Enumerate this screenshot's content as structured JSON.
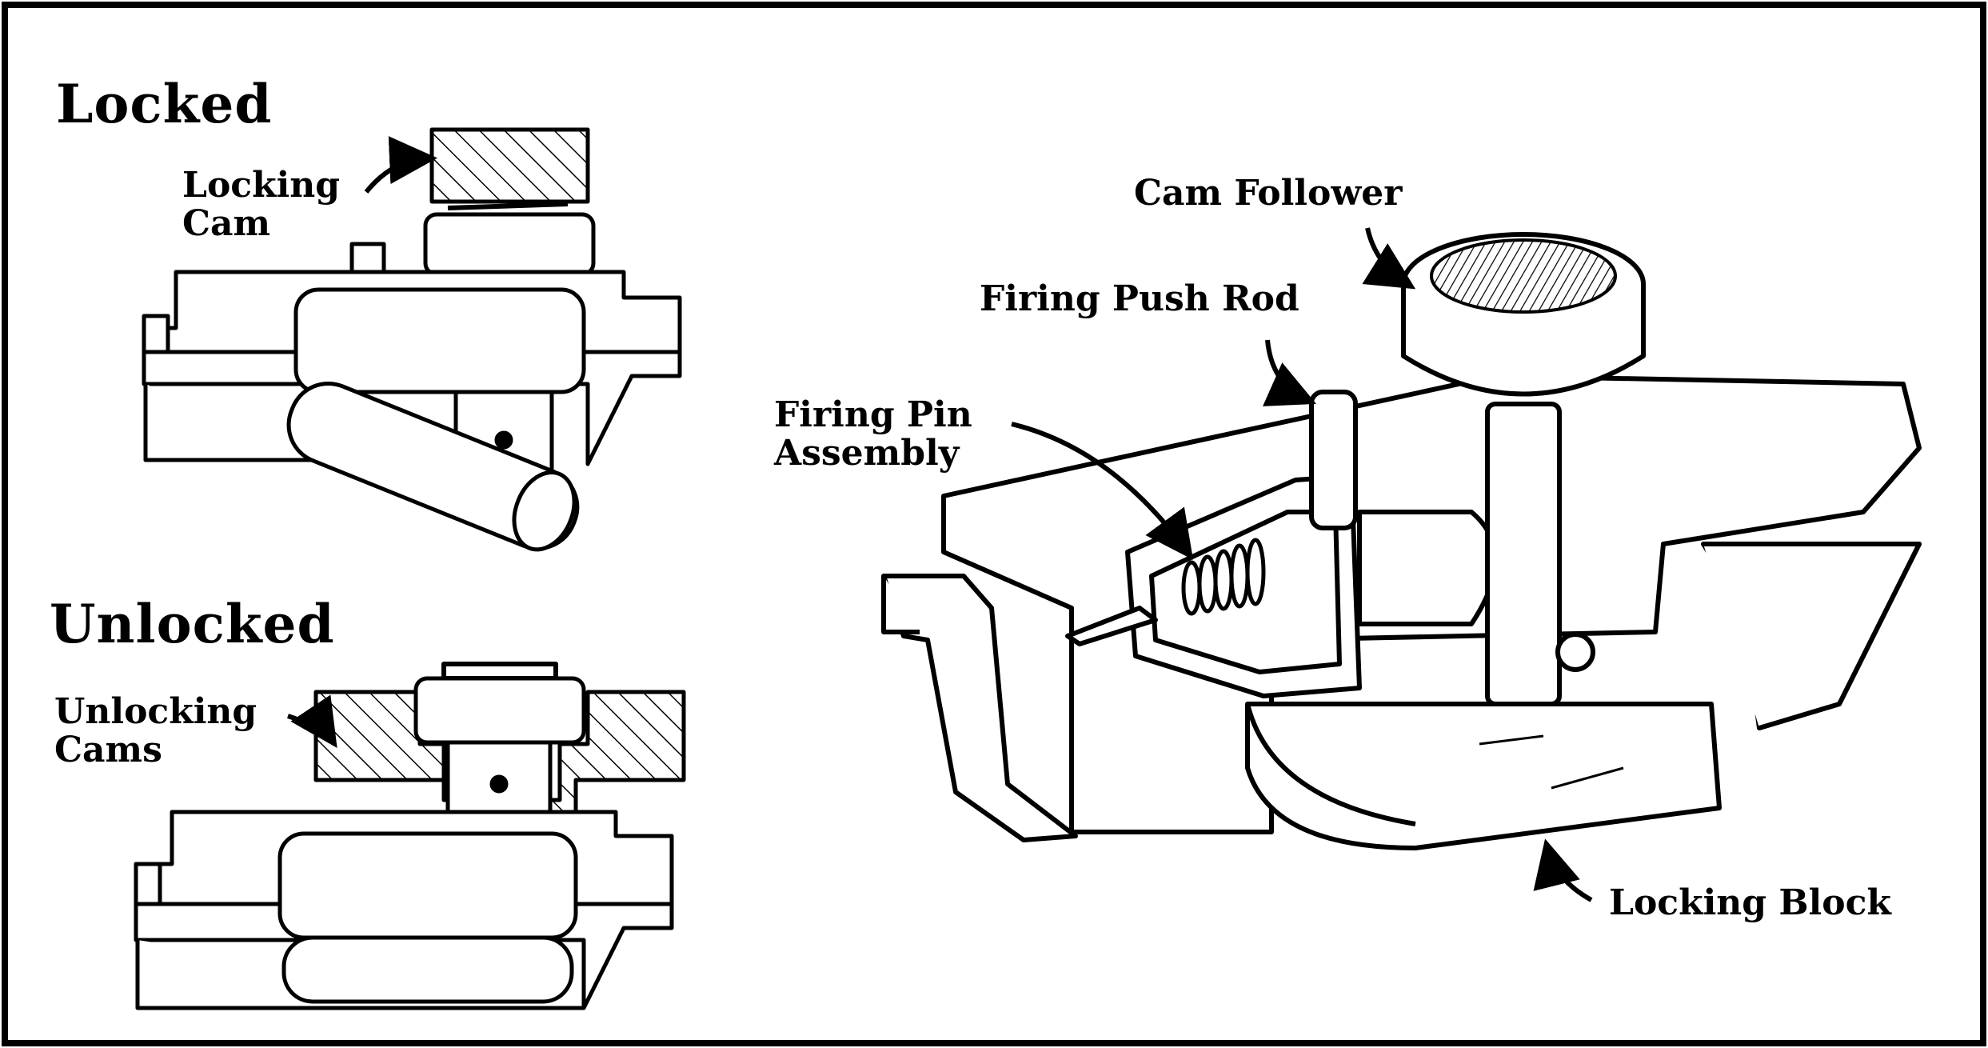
{
  "diagram": {
    "panels": {
      "locked": {
        "title": "Locked"
      },
      "unlocked": {
        "title": "Unlocked"
      }
    },
    "labels": {
      "locking_cam": "Locking\nCam",
      "unlocking_cams": "Unlocking\nCams",
      "cam_follower": "Cam Follower",
      "firing_push_rod": "Firing Push Rod",
      "firing_pin_assembly": "Firing Pin\nAssembly",
      "locking_block": "Locking Block"
    }
  }
}
